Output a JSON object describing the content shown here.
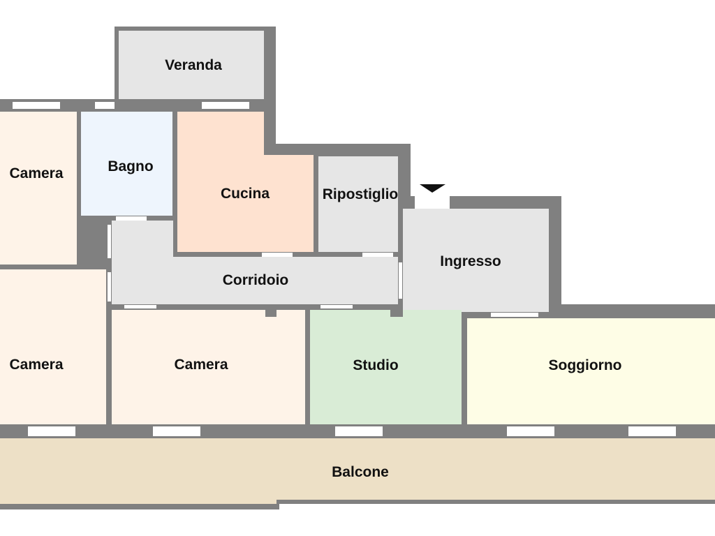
{
  "plan": {
    "rooms": [
      {
        "id": "veranda",
        "label": "Veranda",
        "fill": "#e6e6e6"
      },
      {
        "id": "camera-top",
        "label": "Camera",
        "fill": "#fef3e8"
      },
      {
        "id": "bagno",
        "label": "Bagno",
        "fill": "#eef5fd"
      },
      {
        "id": "cucina",
        "label": "Cucina",
        "fill": "#fee2d0"
      },
      {
        "id": "ripostiglio",
        "label": "Ripostiglio",
        "fill": "#e6e6e6"
      },
      {
        "id": "ingresso",
        "label": "Ingresso",
        "fill": "#e6e6e6"
      },
      {
        "id": "corridoio",
        "label": "Corridoio",
        "fill": "#e6e6e6"
      },
      {
        "id": "camera-left",
        "label": "Camera",
        "fill": "#fef3e8"
      },
      {
        "id": "camera-mid",
        "label": "Camera",
        "fill": "#fef3e8"
      },
      {
        "id": "studio",
        "label": "Studio",
        "fill": "#d9ecd6"
      },
      {
        "id": "soggiorno",
        "label": "Soggiorno",
        "fill": "#fefde6"
      },
      {
        "id": "balcone",
        "label": "Balcone",
        "fill": "#ede0c6"
      }
    ],
    "colors": {
      "wall": "#808080",
      "window": "#ffffff",
      "entrance_marker": "#111111"
    }
  }
}
